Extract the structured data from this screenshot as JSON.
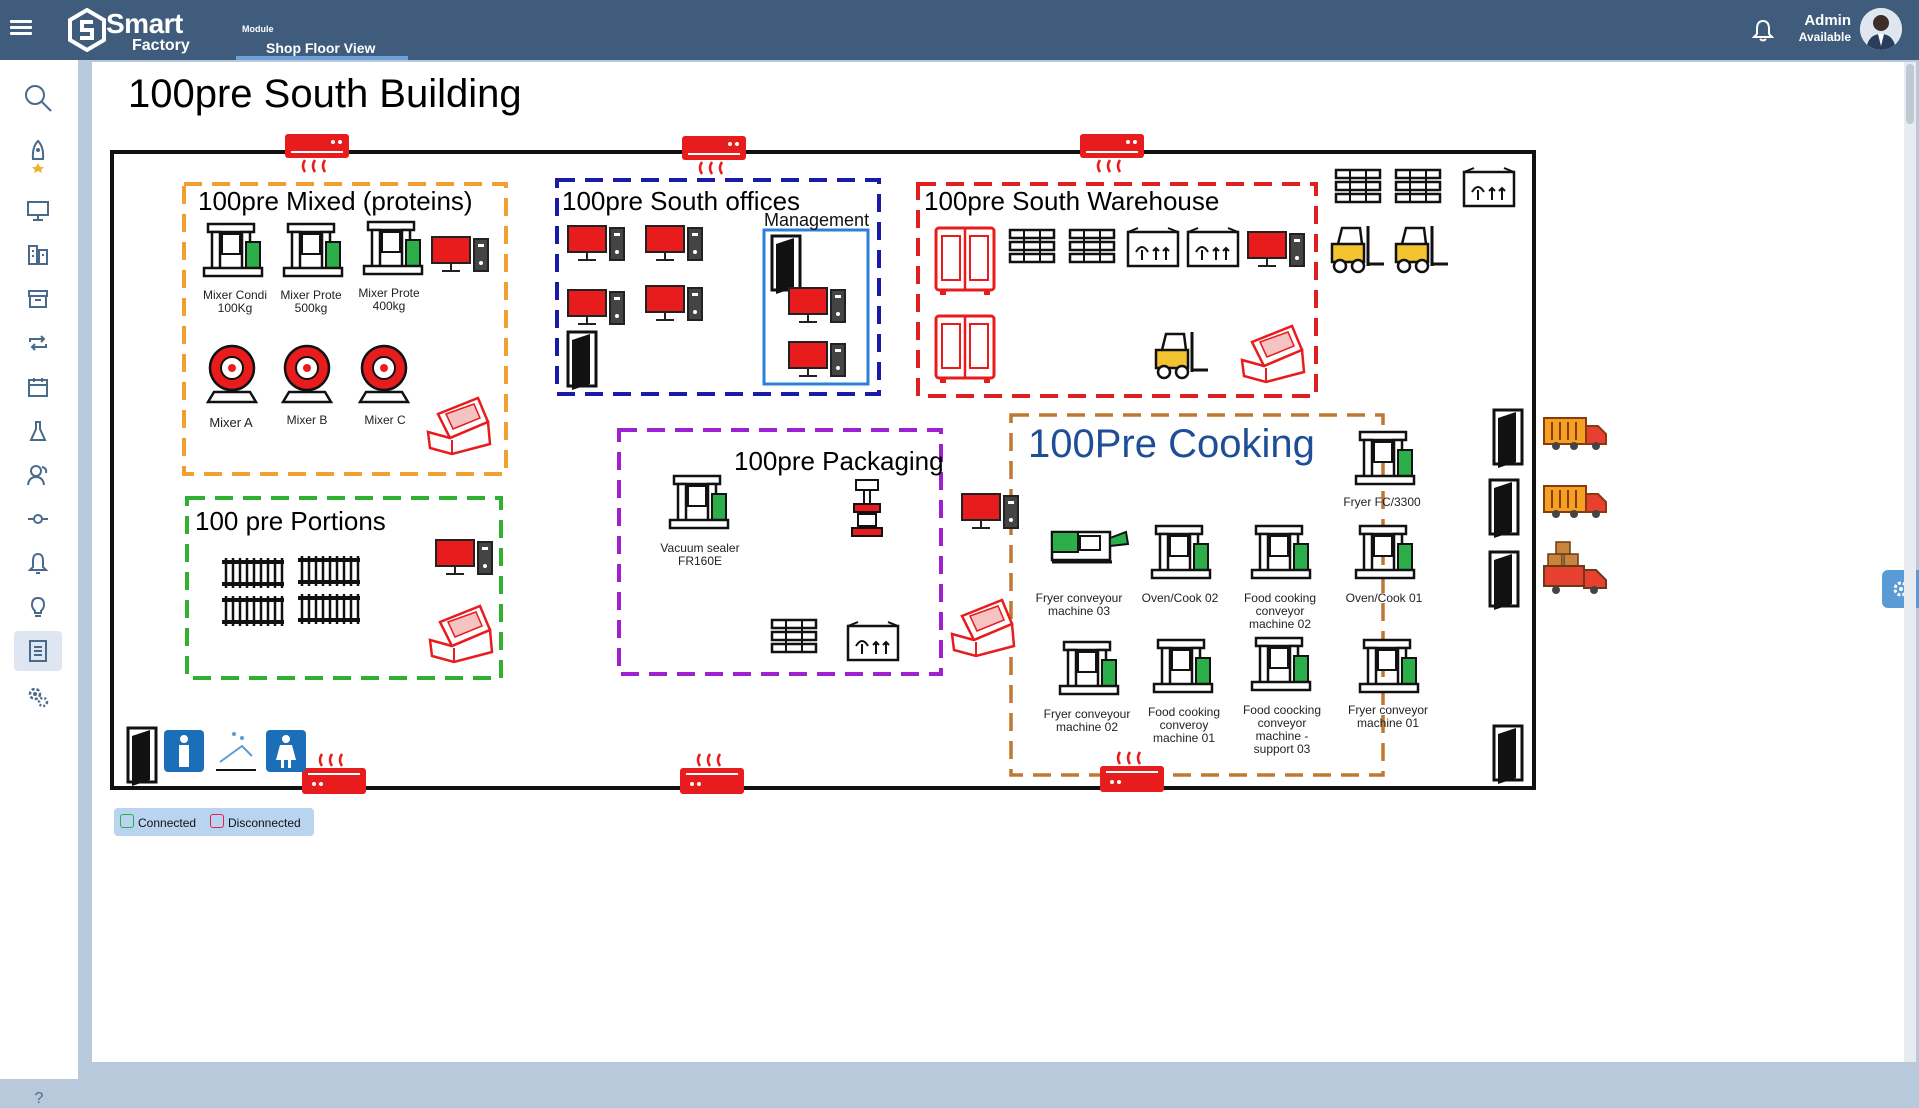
{
  "brand": {
    "line1": "Smart",
    "line2": "Factory"
  },
  "header": {
    "module_label": "Module",
    "module_title": "Shop Floor View",
    "user_name": "Admin",
    "user_status": "Available"
  },
  "nav": {
    "items": [
      "search-icon",
      "rocket-icon",
      "monitor-icon",
      "building-icon",
      "archive-icon",
      "repeat-icon",
      "calendar-icon",
      "flask-icon",
      "users-icon",
      "pipeline-icon",
      "bell-icon",
      "lightbulb-icon",
      "report-icon",
      "gears-icon"
    ],
    "active": "report-icon",
    "help": "?"
  },
  "page": {
    "title": "100pre South Building"
  },
  "zones": {
    "mixed": "100pre Mixed (proteins)",
    "offices": "100pre South offices",
    "management": "Management",
    "warehouse": "100pre South Warehouse",
    "portions": "100 pre Portions",
    "packaging": "100pre Packaging",
    "cooking": "100Pre Cooking"
  },
  "machines": {
    "mixer_condi": [
      "Mixer Condi",
      "100Kg"
    ],
    "mixer_prote_500": [
      "Mixer Prote",
      "500kg"
    ],
    "mixer_prote_400": [
      "Mixer Prote",
      "400kg"
    ],
    "mixer_a": "Mixer A",
    "mixer_b": "Mixer B",
    "mixer_c": "Mixer C",
    "vacuum_sealer": [
      "Vacuum sealer",
      "FR160E"
    ],
    "fryer_fc": "Fryer FC/3300",
    "fryer_conv_03": [
      "Fryer conveyour",
      "machine 03"
    ],
    "oven_02": "Oven/Cook 02",
    "food_conv_02": [
      "Food cooking",
      "conveyor",
      "machine 02"
    ],
    "oven_01": "Oven/Cook 01",
    "fryer_conv_02": [
      "Fryer conveyour",
      "machine 02"
    ],
    "food_conv_01": [
      "Food cooking",
      "converoy",
      "machine 01"
    ],
    "food_conv_support": [
      "Food coocking",
      "conveyor",
      "machine -",
      "support 03"
    ],
    "fryer_conv_01": [
      "Fryer conveyor",
      "machine  01"
    ]
  },
  "legend": {
    "connected": "Connected",
    "disconnected": "Disconnected"
  },
  "colors": {
    "topbar": "#3f5c7c",
    "mixed_zone": "#f0a030",
    "offices_zone": "#1a1aa8",
    "management_box": "#2e7fd6",
    "warehouse_zone": "#e02020",
    "portions_zone": "#30b030",
    "packaging_zone": "#a020d0",
    "cooking_zone": "#c07830",
    "cooking_title": "#1f4e99",
    "device_red": "#e81c1c",
    "machine_green": "#2cae4a"
  }
}
